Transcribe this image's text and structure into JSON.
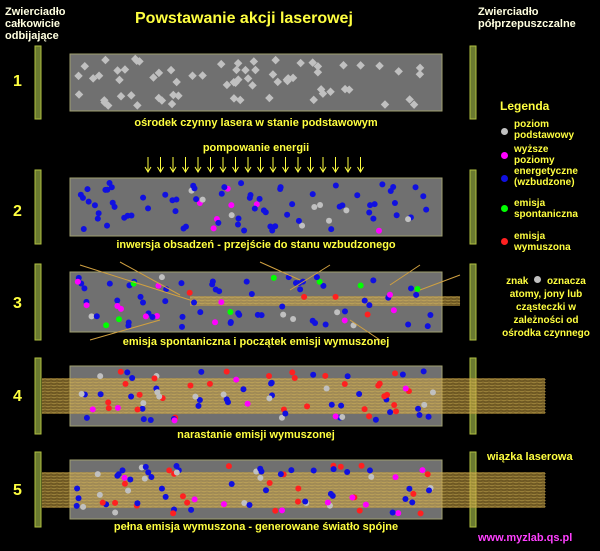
{
  "title": "Powstawanie akcji laserowej",
  "mirror_left": [
    "Zwierciadło",
    "całkowicie",
    "odbijające"
  ],
  "mirror_right": [
    "Zwierciadło",
    "półprzepuszczalne"
  ],
  "steps": [
    {
      "number": "1",
      "caption": "ośrodek czynny lasera w stanie podstawowym"
    },
    {
      "number": "2",
      "caption": "inwersja obsadzeń - przejście do stanu wzbudzonego"
    },
    {
      "number": "3",
      "caption": "emisja spontaniczna i początek emisji wymuszonej"
    },
    {
      "number": "4",
      "caption": "narastanie emisji wymuszonej"
    },
    {
      "number": "5",
      "caption": "pełna emisja wymuszona - generowane światło spójne"
    }
  ],
  "pumping_label": "pompowanie energii",
  "legend": {
    "title": "Legenda",
    "items": [
      {
        "label": [
          "poziom",
          "podstawowy"
        ],
        "color": "#c0c0c0"
      },
      {
        "label": [
          "wyższe",
          "poziomy",
          "energetyczne",
          "(wzbudzone)"
        ],
        "color": "#ff00ff"
      },
      {
        "label": [
          "emisja",
          "spontaniczna"
        ],
        "color": "#00ff00"
      },
      {
        "label": [
          "emisja",
          "wymuszona"
        ],
        "color": "#ff2020"
      }
    ]
  },
  "note": {
    "before": "znak",
    "after": "oznacza atomy, jony lub cząsteczki w zależności od ośrodka czynnego"
  },
  "beam_label": "wiązka laserowa",
  "url": "www.myzlab.qs.pl",
  "colors": {
    "ground": "#c0c0c0",
    "excited_blue": "#1010e0",
    "excited_magenta": "#ff00ff",
    "spontaneous": "#00ff00",
    "stimulated": "#ff2020",
    "medium": "#707070",
    "text": "#ffff40",
    "mirror": "#6a7a30"
  }
}
